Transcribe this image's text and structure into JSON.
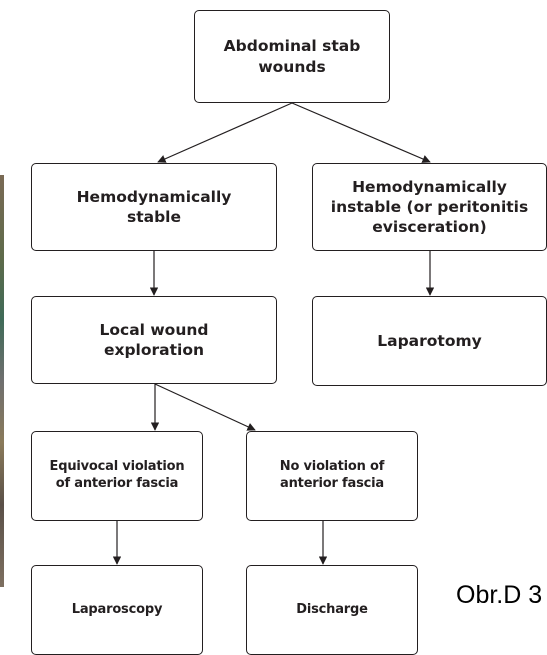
{
  "nodes": {
    "root": "Abdominal stab\nwounds",
    "stable": "Hemodynamically\nstable",
    "instable": "Hemodynamically\ninstable (or peritonitis\nevisceration)",
    "local": "Local wound\nexploration",
    "laparotomy": "Laparotomy",
    "equivocal": "Equivocal violation\nof anterior fascia",
    "no_violation": "No violation of\nanterior fascia",
    "laparoscopy": "Laparoscopy",
    "discharge": "Discharge"
  },
  "caption": "Obr.D 3",
  "colors": {
    "line": "#231f20",
    "text": "#231f20"
  }
}
